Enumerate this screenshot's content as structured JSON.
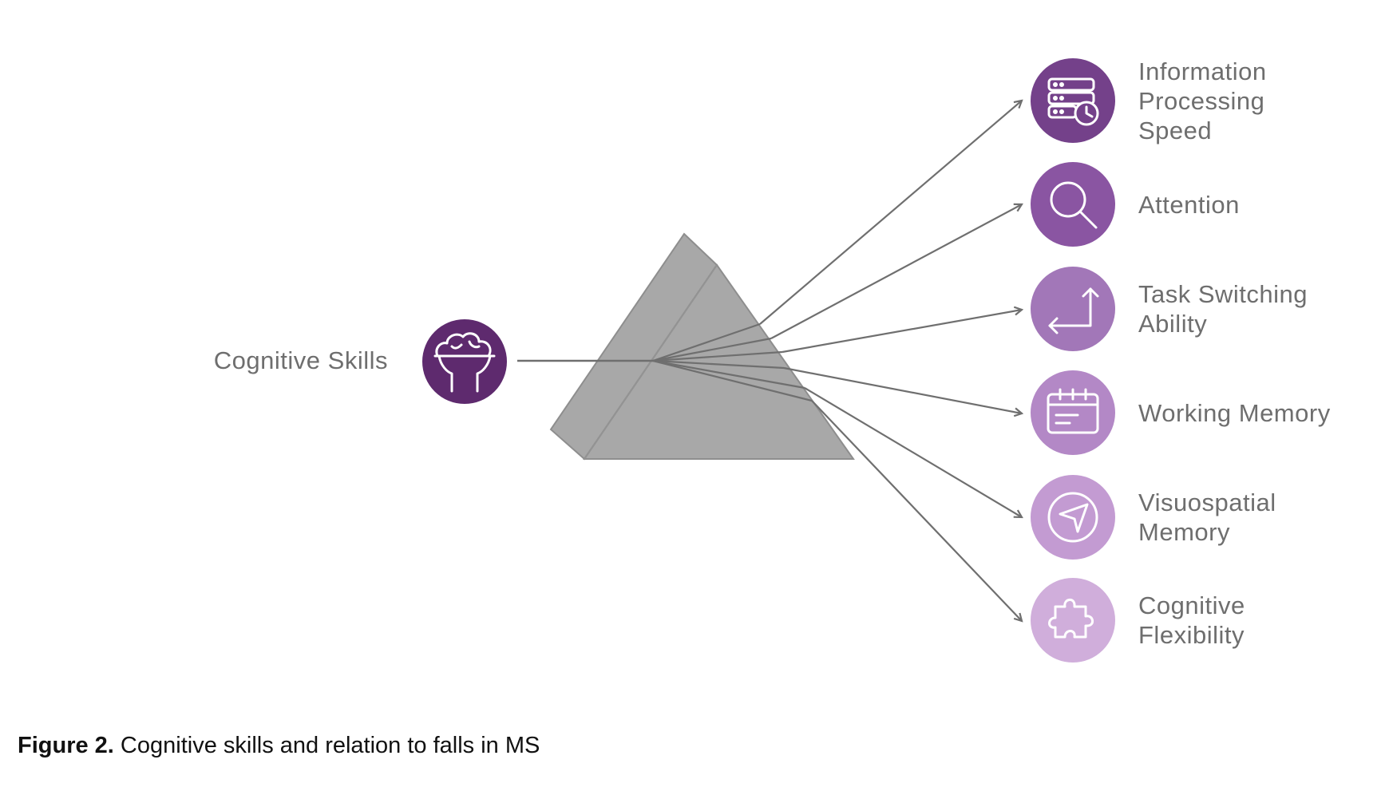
{
  "source": {
    "label": "Cognitive Skills",
    "icon": "brain-icon",
    "color": "#5e2a6e"
  },
  "prism_color": "#a8a8a8",
  "arrow_color": "#6f6f6f",
  "outputs": [
    {
      "lines": [
        "Information",
        "Processing",
        "Speed"
      ],
      "icon": "server-clock-icon",
      "color": "#74418a"
    },
    {
      "lines": [
        "Attention"
      ],
      "icon": "magnifier-icon",
      "color": "#8a55a2"
    },
    {
      "lines": [
        "Task Switching",
        "Ability"
      ],
      "icon": "turn-up-arrow-icon",
      "color": "#a277b8"
    },
    {
      "lines": [
        "Working Memory"
      ],
      "icon": "calendar-icon",
      "color": "#b388c6"
    },
    {
      "lines": [
        "Visuospatial",
        "Memory"
      ],
      "icon": "navigation-icon",
      "color": "#c39bd2"
    },
    {
      "lines": [
        "Cognitive",
        "Flexibility"
      ],
      "icon": "puzzle-icon",
      "color": "#d0aedb"
    }
  ],
  "caption": {
    "bold": "Figure 2.",
    "text": " Cognitive skills and relation to falls in MS"
  }
}
